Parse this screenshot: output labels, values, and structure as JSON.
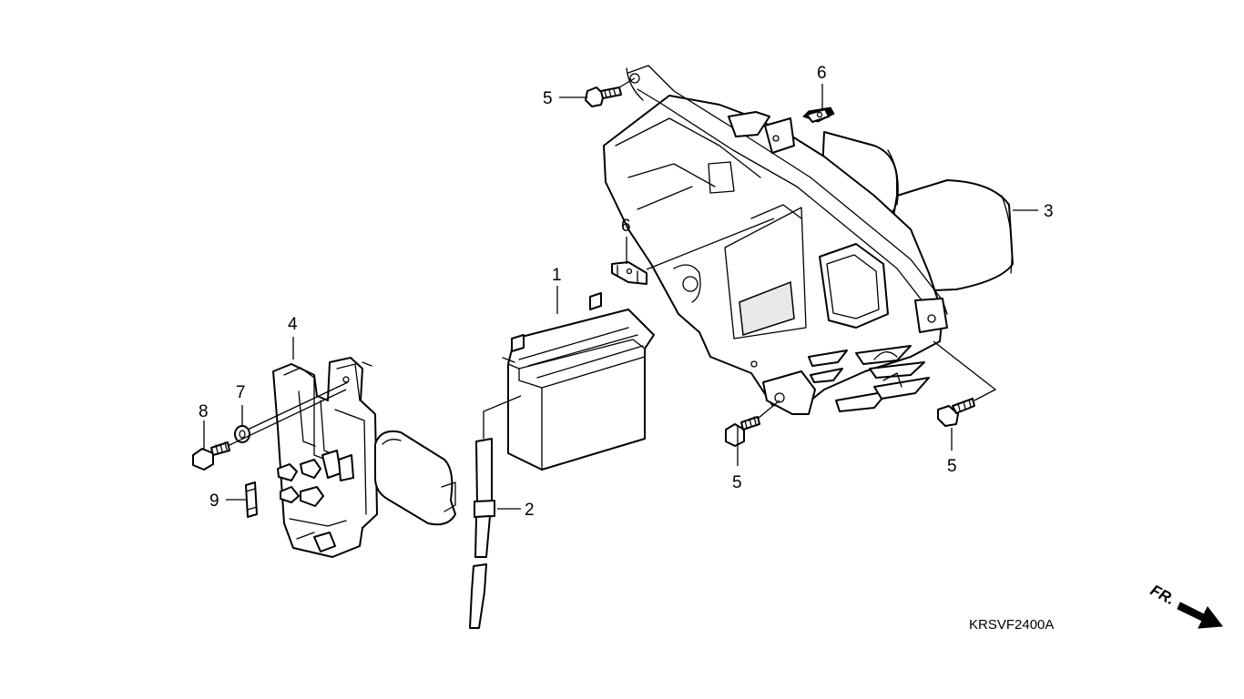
{
  "diagram": {
    "figure_code": "KRSVF2400A",
    "front_marker": "FR.",
    "callouts": [
      {
        "id": "battery",
        "label": "1"
      },
      {
        "id": "breather-tube",
        "label": "2"
      },
      {
        "id": "battery-box",
        "label": "3"
      },
      {
        "id": "fuse-box",
        "label": "4"
      },
      {
        "id": "bolt-top",
        "label": "5"
      },
      {
        "id": "bolt-lower-left",
        "label": "5"
      },
      {
        "id": "bolt-lower-right",
        "label": "5"
      },
      {
        "id": "clip-top",
        "label": "6"
      },
      {
        "id": "clip-middle",
        "label": "6"
      },
      {
        "id": "washer",
        "label": "7"
      },
      {
        "id": "fuse-bolt",
        "label": "8"
      },
      {
        "id": "fuse",
        "label": "9"
      }
    ]
  }
}
